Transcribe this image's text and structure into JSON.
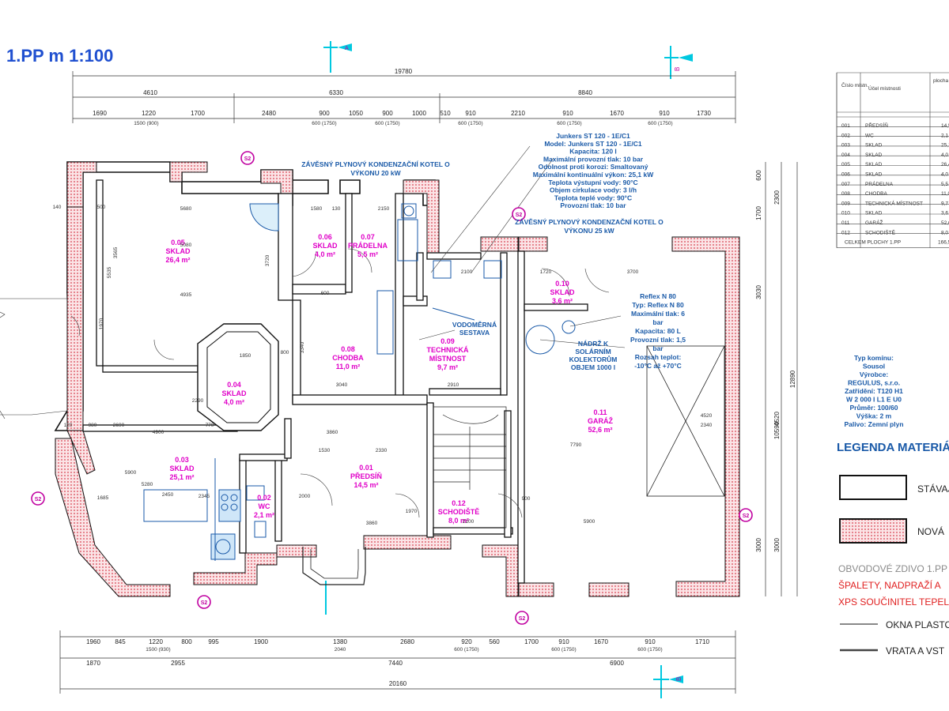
{
  "title": "1.PP m 1:100",
  "section_markers": {
    "a_top": "A",
    "b_top": "B",
    "b_bottom": "B",
    "s2": "S2"
  },
  "dimensions": {
    "top_total": "19780",
    "top_row2": [
      "4610",
      "6330",
      "8840"
    ],
    "top_row3": [
      "1690",
      "1220",
      "1700",
      "2480",
      "900",
      "1050",
      "900",
      "1000",
      "510",
      "910",
      "2210",
      "910",
      "1670",
      "910",
      "1730"
    ],
    "top_openings": [
      "1500 (900)",
      "600 (1750)",
      "600 (1750)",
      "600 (1750)",
      "600 (1750)",
      "600 (1750)"
    ],
    "bottom_row1": [
      "1960",
      "845",
      "1220",
      "800",
      "995",
      "1900",
      "1380",
      "2680",
      "920",
      "560",
      "1700",
      "910",
      "1670",
      "910",
      "1710"
    ],
    "bottom_openings": [
      "1500 (930)",
      "2040",
      "600 (1750)",
      "600 (1750)",
      "600 (1750)"
    ],
    "bottom_row2": [
      "1870",
      "2955",
      "7440",
      "6900"
    ],
    "bottom_total": "20160",
    "right_side": [
      "600",
      "1700",
      "2300",
      "3030",
      "12890",
      "4520",
      "10590",
      "3000",
      "3000"
    ],
    "interior": [
      "5680",
      "5080",
      "4935",
      "3565",
      "5535",
      "1970",
      "3720",
      "1580",
      "130",
      "2150",
      "2100",
      "1720",
      "3700",
      "1850",
      "3040",
      "2910",
      "2290",
      "2690",
      "4900",
      "980",
      "770",
      "3860",
      "1530",
      "2330",
      "2450",
      "2345",
      "5900",
      "1685",
      "5280",
      "2000",
      "3860",
      "2100",
      "5900",
      "7790",
      "4520",
      "2340",
      "3340",
      "900",
      "1970",
      "800",
      "600",
      "500",
      "140",
      "120"
    ]
  },
  "rooms": [
    {
      "num": "0.05",
      "name": "SKLAD",
      "area": "26,4 m²"
    },
    {
      "num": "0.06",
      "name": "SKLAD",
      "area": "4,0 m²"
    },
    {
      "num": "0.07",
      "name": "PRÁDELNA",
      "area": "5,5 m²"
    },
    {
      "num": "0.10",
      "name": "SKLAD",
      "area": "3,6 m²"
    },
    {
      "num": "0.08",
      "name": "CHODBA",
      "area": "11,0 m²"
    },
    {
      "num": "0.09",
      "name": "TECHNICKÁ",
      "name2": "MÍSTNOST",
      "area": "9,7 m²"
    },
    {
      "num": "0.04",
      "name": "SKLAD",
      "area": "4,0 m²"
    },
    {
      "num": "0.11",
      "name": "GARÁŽ",
      "area": "52,6 m²"
    },
    {
      "num": "0.03",
      "name": "SKLAD",
      "area": "25,1 m²"
    },
    {
      "num": "0.02",
      "name": "WC",
      "area": "2,1 m²"
    },
    {
      "num": "0.01",
      "name": "PŘEDSÍŇ",
      "area": "14,5 m²"
    },
    {
      "num": "0.12",
      "name": "SCHODIŠTĚ",
      "area": "8,0 m²"
    }
  ],
  "annotations": {
    "boiler1": [
      "ZÁVĚSNÝ PLYNOVÝ KONDENZAČNÍ KOTEL O",
      "VÝKONU 20 kW"
    ],
    "boiler2": [
      "ZÁVĚSNÝ PLYNOVÝ KONDENZAČNÍ KOTEL O",
      "VÝKONU 25 kW"
    ],
    "junkers": [
      "Junkers ST 120 - 1E/C1",
      "Model: Junkers ST 120 - 1E/C1",
      "Kapacita: 120 l",
      "Maximální provozní tlak: 10 bar",
      "Odolnost proti korozi: Smaltovaný",
      "Maximální kontinuální výkon: 25,1 kW",
      "Teplota výstupní vody: 90°C",
      "Objem cirkulace vody: 3 l/h",
      "Teplota teplé vody: 90°C",
      "Provozní tlak: 10 bar"
    ],
    "vodomerna": [
      "VODOMĚRNÁ",
      "SESTAVA"
    ],
    "reflex": [
      "Reflex N 80",
      "Typ: Reflex N 80",
      "Maximální tlak: 6",
      "bar",
      "Kapacita: 80 L",
      "Provozní tlak: 1,5",
      "bar",
      "Rozsah teplot:",
      "-10°C až +70°C"
    ],
    "tank": [
      "NÁDRŽ K",
      "SOLÁRNÍM",
      "KOLEKTORŮM",
      "OBJEM 1000 l"
    ],
    "chimney": [
      "Typ komínu:",
      "Sousol",
      "Výrobce:",
      "REGULUS, s.r.o.",
      "Zatřídění: T120 H1",
      "W 2 000 I L1 E U0",
      "Průměr: 100/60",
      "Výška: 2 m",
      "Palivo: Zemní plyn"
    ]
  },
  "room_table": {
    "headers": [
      "Číslo místn.",
      "Účel místnosti",
      "plocha m²"
    ],
    "rows": [
      [
        "001",
        "PŘEDSÍŇ",
        "14,5"
      ],
      [
        "002",
        "WC",
        "2,1"
      ],
      [
        "003",
        "SKLAD",
        "25,1"
      ],
      [
        "004",
        "SKLAD",
        "4,0"
      ],
      [
        "005",
        "SKLAD",
        "26,4"
      ],
      [
        "006",
        "SKLAD",
        "4,0"
      ],
      [
        "007",
        "PRÁDELNA",
        "5,5"
      ],
      [
        "008",
        "CHODBA",
        "11,0"
      ],
      [
        "009",
        "TECHNICKÁ MÍSTNOST",
        "9,7"
      ],
      [
        "010",
        "SKLAD",
        "3,6"
      ],
      [
        "011",
        "GARÁŽ",
        "52,6"
      ],
      [
        "012",
        "SCHODIŠTĚ",
        "8,0"
      ]
    ],
    "total_label": "CELKEM PLOCHY 1.PP",
    "total_value": "166,5"
  },
  "legend": {
    "title": "LEGENDA MATERIÁ",
    "existing": "STÁVAJ",
    "new": "NOVÁ",
    "note1": "OBVODOVÉ ZDIVO 1.PP",
    "note2": "ŠPALETY, NADPRAŽÍ A",
    "note3": "XPS SOUČINITEL TEPEL",
    "windows": "OKNA PLASTO",
    "gates": "VRATA A VST"
  },
  "colors": {
    "wall_new": "#e85a6a",
    "dim_blue": "#1a5aa8",
    "room_magenta": "#e000c8",
    "marker_cyan": "#00c8e0",
    "marker_magenta": "#c000a0",
    "note_red": "#e02020"
  }
}
